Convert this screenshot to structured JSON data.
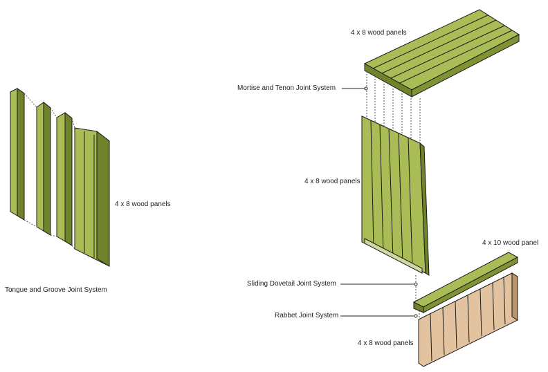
{
  "labels": {
    "top_panels": "4 x 8 wood panels",
    "mortise": "Mortise and Tenon Joint System",
    "middle_panels": "4 x 8 wood panels",
    "ten_panel": "4 x 10 wood panel",
    "dovetail": "Sliding Dovetail Joint System",
    "rabbet": "Rabbet Joint System",
    "bottom_panels": "4 x 8 wood panels",
    "left_panels": "4 x 8 wood panels",
    "tongue": "Tongue and Groove Joint System"
  },
  "colors": {
    "green": "#a9bc55",
    "green_dark": "#6f822c",
    "tan": "#e3c39f",
    "tan_dark": "#b8946c"
  }
}
